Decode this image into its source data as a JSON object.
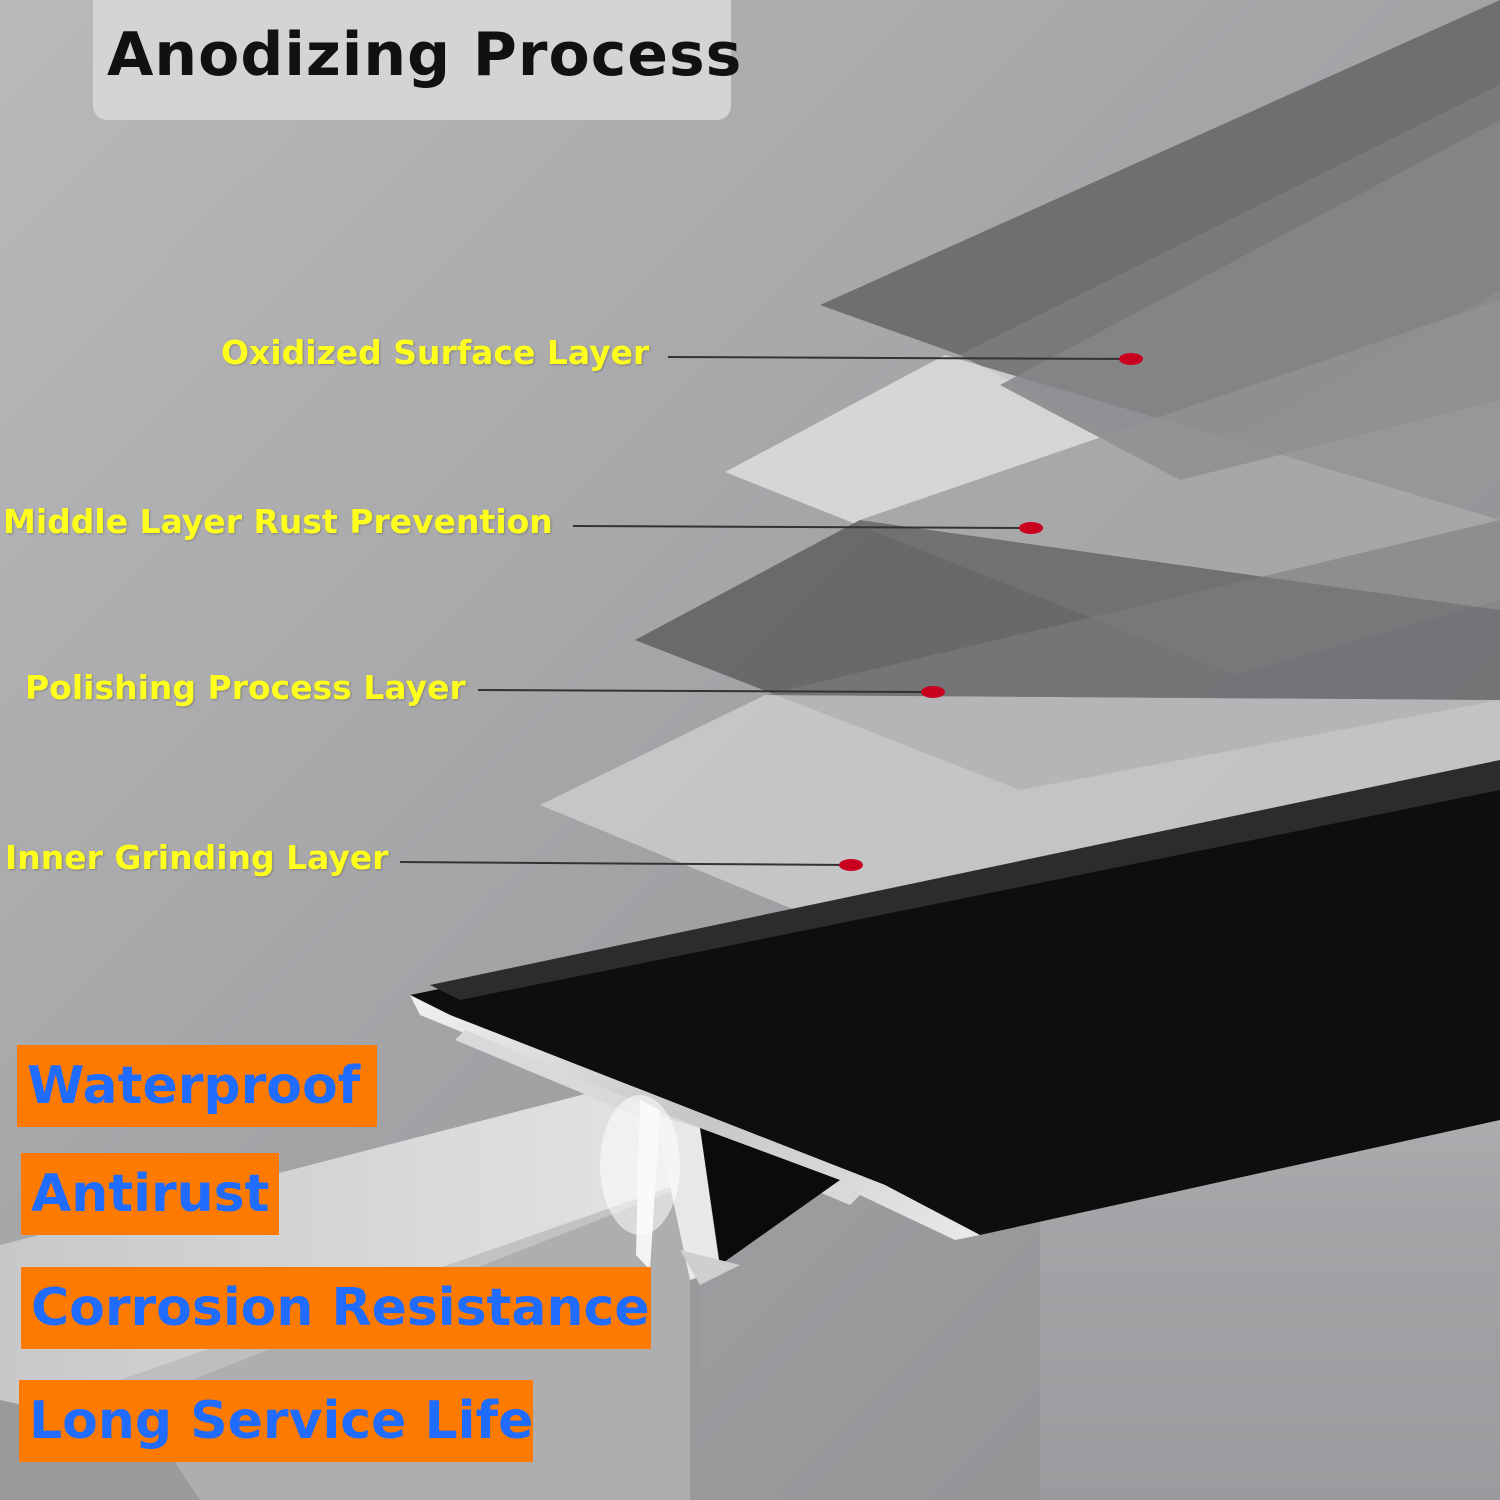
{
  "title": "Anodizing Process",
  "layers": [
    {
      "label": "Oxidized Surface Layer"
    },
    {
      "label": "Middle Layer Rust Prevention"
    },
    {
      "label": "Polishing Process Layer"
    },
    {
      "label": "Inner Grinding Layer"
    }
  ],
  "features": [
    {
      "label": "Waterproof"
    },
    {
      "label": "Antirust"
    },
    {
      "label": "Corrosion Resistance"
    },
    {
      "label": "Long Service Life"
    }
  ],
  "colors": {
    "label_text": "#ffff1e",
    "feature_bg": "#ff7a00",
    "feature_text": "#1f6cff",
    "marker_dot": "#c8001e"
  }
}
